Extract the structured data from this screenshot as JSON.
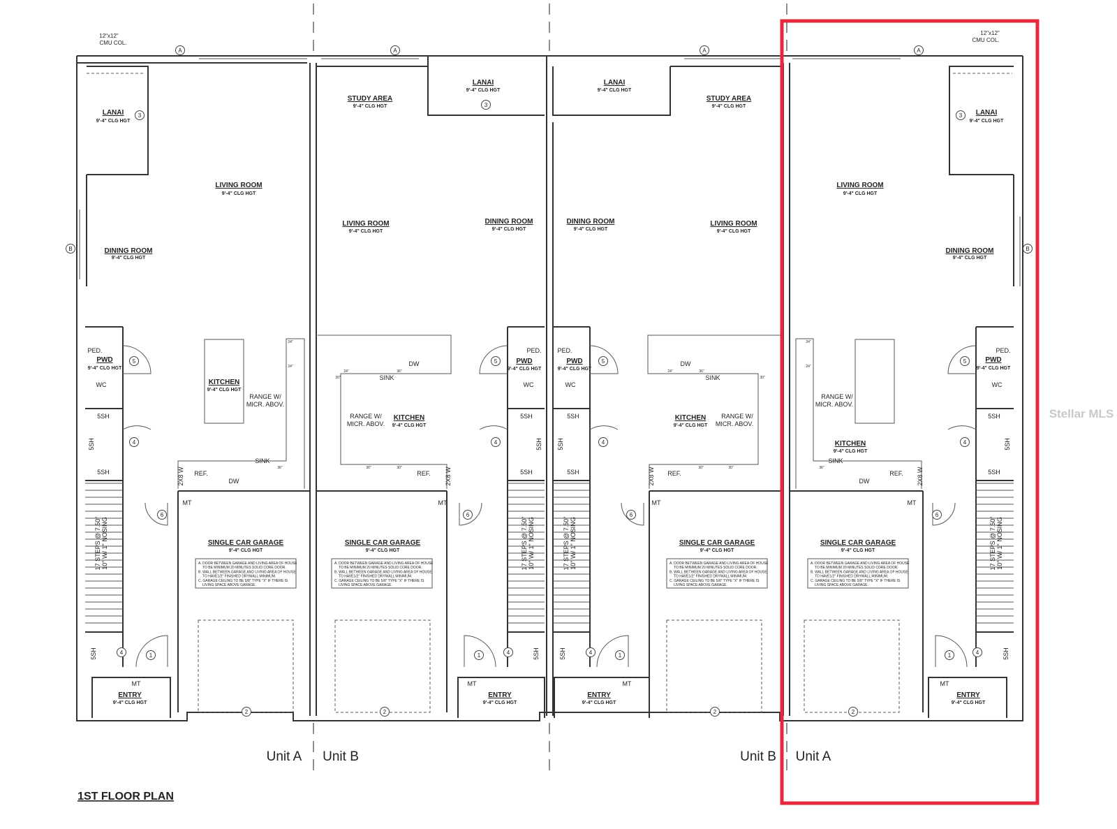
{
  "title": "1ST FLOOR PLAN",
  "watermark": "Stellar MLS",
  "highlight_color": "#e8283c",
  "column_callout": {
    "line1": "12\"x12\"",
    "line2": "CMU COL."
  },
  "unit_labels": {
    "a_left": "Unit A",
    "b_left": "Unit B",
    "b_right": "Unit B",
    "a_right": "Unit A"
  },
  "ceiling": "9'-4\" CLG HGT",
  "rooms": {
    "lanai": "LANAI",
    "study": "STUDY AREA",
    "living": "LIVING ROOM",
    "dining": "DINING ROOM",
    "kitchen": "KITCHEN",
    "pwd": "PWD",
    "garage": "SINGLE CAR GARAGE",
    "entry": "ENTRY"
  },
  "fixtures": {
    "range_line1": "RANGE W/",
    "range_line2": "MICR. ABOV.",
    "sink": "SINK",
    "dw": "DW",
    "ref": "REF.",
    "ped": "PED.",
    "wc": "WC",
    "shelf": "5SH",
    "wall": "2X8 W",
    "mt": "MT",
    "stairs_line1": "17 STEPS @ 7.50\"",
    "stairs_line2": "10\" W/ 1\" NOSING",
    "dim24": "24\"",
    "dim30": "30\"",
    "dim36": "36\""
  },
  "garage_notes": [
    "A. DOOR BETWEEN GARAGE AND LIVING AREA OF HOUSE",
    "TO BE MINIMUM 20 MINUTES SOLID CORE DOOR.",
    "B. WALL BETWEEN GARAGE AND LIVING AREA OF HOUSE",
    "TO HAVE1/2\" FINISHED DRYWALL MINIMUM.",
    "C. GARAGE CEILING TO BE 5/8\" TYPE \"X\" IF THERE IS",
    "LIVING SPACE ABOVE GARAGE."
  ],
  "tags": {
    "a": "A",
    "b": "B",
    "one": "1",
    "two": "2",
    "three": "3",
    "four": "4",
    "five": "5",
    "six": "6"
  }
}
